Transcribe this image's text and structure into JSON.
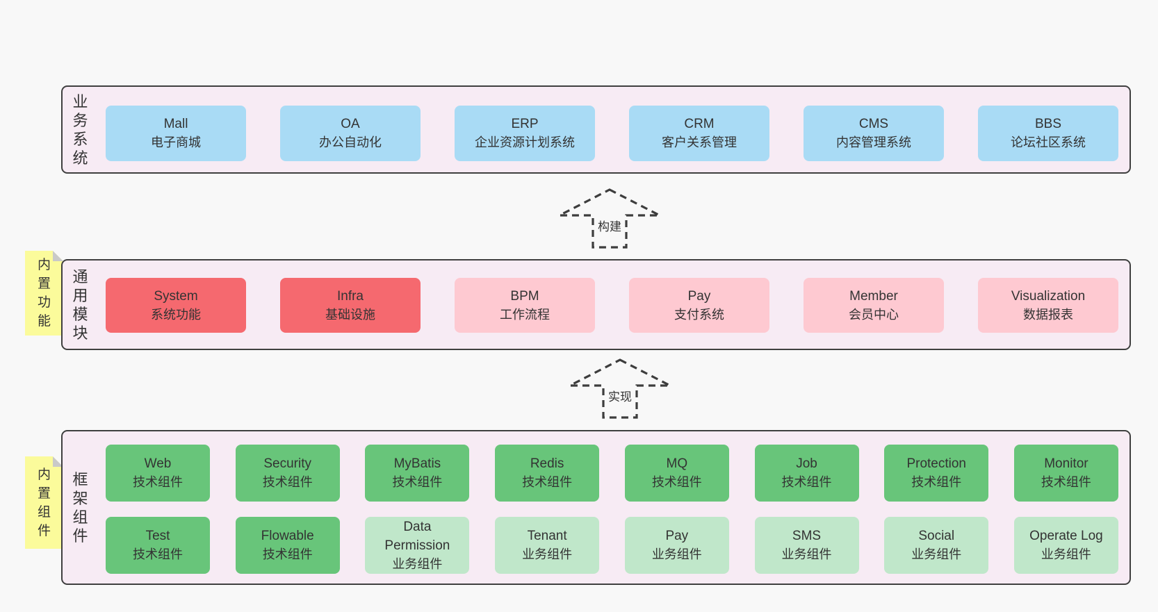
{
  "palette": {
    "page_bg": "#f8f8f8",
    "band_bg": "#f7ebf4",
    "band_border": "#3f3f3f",
    "blue": "#a9dbf5",
    "red": "#f5696f",
    "pink": "#fec9d1",
    "green": "#68c57a",
    "green_light": "#c0e7ca",
    "sticky_yellow": "#fbfb9b",
    "sticky_fold": "#c9c9c9",
    "text": "#333333"
  },
  "arrows": [
    {
      "label": "构建"
    },
    {
      "label": "实现"
    }
  ],
  "bands": [
    {
      "label": "业务系统",
      "rows": [
        [
          {
            "title": "Mall",
            "subtitle": "电子商城",
            "color": "#a9dbf5"
          },
          {
            "title": "OA",
            "subtitle": "办公自动化",
            "color": "#a9dbf5"
          },
          {
            "title": "ERP",
            "subtitle": "企业资源计划系统",
            "color": "#a9dbf5"
          },
          {
            "title": "CRM",
            "subtitle": "客户关系管理",
            "color": "#a9dbf5"
          },
          {
            "title": "CMS",
            "subtitle": "内容管理系统",
            "color": "#a9dbf5"
          },
          {
            "title": "BBS",
            "subtitle": "论坛社区系统",
            "color": "#a9dbf5"
          }
        ]
      ]
    },
    {
      "label": "通用模块",
      "sticky": "内置功能",
      "rows": [
        [
          {
            "title": "System",
            "subtitle": "系统功能",
            "color": "#f5696f"
          },
          {
            "title": "Infra",
            "subtitle": "基础设施",
            "color": "#f5696f"
          },
          {
            "title": "BPM",
            "subtitle": "工作流程",
            "color": "#fec9d1"
          },
          {
            "title": "Pay",
            "subtitle": "支付系统",
            "color": "#fec9d1"
          },
          {
            "title": "Member",
            "subtitle": "会员中心",
            "color": "#fec9d1"
          },
          {
            "title": "Visualization",
            "subtitle": "数据报表",
            "color": "#fec9d1"
          }
        ]
      ]
    },
    {
      "label": "框架组件",
      "sticky": "内置组件",
      "rows": [
        [
          {
            "title": "Web",
            "subtitle": "技术组件",
            "color": "#68c57a"
          },
          {
            "title": "Security",
            "subtitle": "技术组件",
            "color": "#68c57a"
          },
          {
            "title": "MyBatis",
            "subtitle": "技术组件",
            "color": "#68c57a"
          },
          {
            "title": "Redis",
            "subtitle": "技术组件",
            "color": "#68c57a"
          },
          {
            "title": "MQ",
            "subtitle": "技术组件",
            "color": "#68c57a"
          },
          {
            "title": "Job",
            "subtitle": "技术组件",
            "color": "#68c57a"
          },
          {
            "title": "Protection",
            "subtitle": "技术组件",
            "color": "#68c57a"
          },
          {
            "title": "Monitor",
            "subtitle": "技术组件",
            "color": "#68c57a"
          }
        ],
        [
          {
            "title": "Test",
            "subtitle": "技术组件",
            "color": "#68c57a"
          },
          {
            "title": "Flowable",
            "subtitle": "技术组件",
            "color": "#68c57a"
          },
          {
            "title": "Data Permission",
            "subtitle": "业务组件",
            "color": "#c0e7ca"
          },
          {
            "title": "Tenant",
            "subtitle": "业务组件",
            "color": "#c0e7ca"
          },
          {
            "title": "Pay",
            "subtitle": "业务组件",
            "color": "#c0e7ca"
          },
          {
            "title": "SMS",
            "subtitle": "业务组件",
            "color": "#c0e7ca"
          },
          {
            "title": "Social",
            "subtitle": "业务组件",
            "color": "#c0e7ca"
          },
          {
            "title": "Operate Log",
            "subtitle": "业务组件",
            "color": "#c0e7ca"
          }
        ]
      ]
    }
  ]
}
